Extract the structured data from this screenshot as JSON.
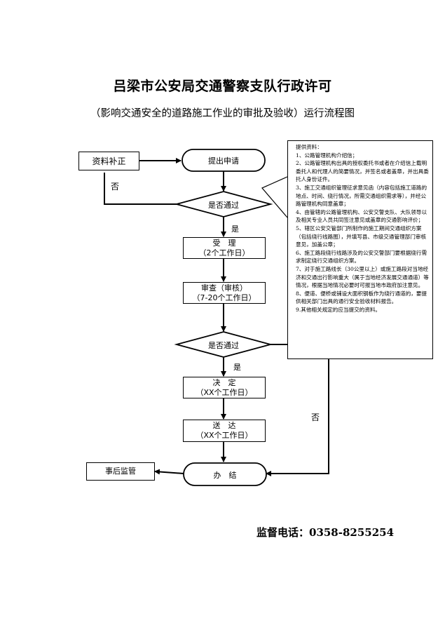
{
  "title": "吕梁市公安局交通警察支队行政许可",
  "subtitle": "（影响交通安全的道路施工作业的审批及验收）运行流程图",
  "nodes": {
    "correction": "资料补正",
    "apply": "提出申请",
    "check1": "是否通过",
    "accept_line1": "受　理",
    "accept_line2": "（2个工作日）",
    "review_line1": "审查（审核）",
    "review_line2": "（7-20个工作日）",
    "check2": "是否通过",
    "decide_line1": "决　定",
    "decide_line2": "（XX个工作日）",
    "deliver_line1": "送　达",
    "deliver_line2": "（XX个工作日）",
    "supervise": "事后监管",
    "finish": "办　结"
  },
  "labels": {
    "no1": "否",
    "yes1": "是",
    "yes2": "是",
    "no2": "否"
  },
  "materials": {
    "heading": "提供资料：",
    "items": [
      "1、公路管理机构介绍信；",
      "2、公路管理机构出具的授权委托书或者在介绍信上载明委托人和代理人的简要情况，并签名或者盖章，并出具委托人身份证件。",
      "3、施工交通组织管理征求意见函（内容包括施工道路的地点、时间、绕行情况，所需交通组织需求等），并经公路管理机构同意盖章；",
      "4、由管辖的公路管理机构、公安交警支队、大队领导以及相关专业人员共同签注意见或盖章的交通影响评价；",
      "5、辖区公安交管部门所制作的施工期间交通组织方案（包括绕行线路图），并填写县、市级交通管理部门审核意见，加盖公章；",
      "6、施工路段绕行线路涉及的公安交警部门要根据绕行需求制定绕行交通组织方案。",
      "7、对于施工路线长（30公里以上）或施工路段对当地经济和交通出行影响重大（属于当地经济发展交通通道）等情况，根据当地情况必要时可报当地市政府加注意见。",
      "8、便道、便桥或铺设大面积钢板作为绕行通道的，要提供相关部门出具的通行安全验收材料报告。",
      "9.其他相关规定的应当提交的资料。"
    ]
  },
  "phone": "监督电话：0358-8255254"
}
